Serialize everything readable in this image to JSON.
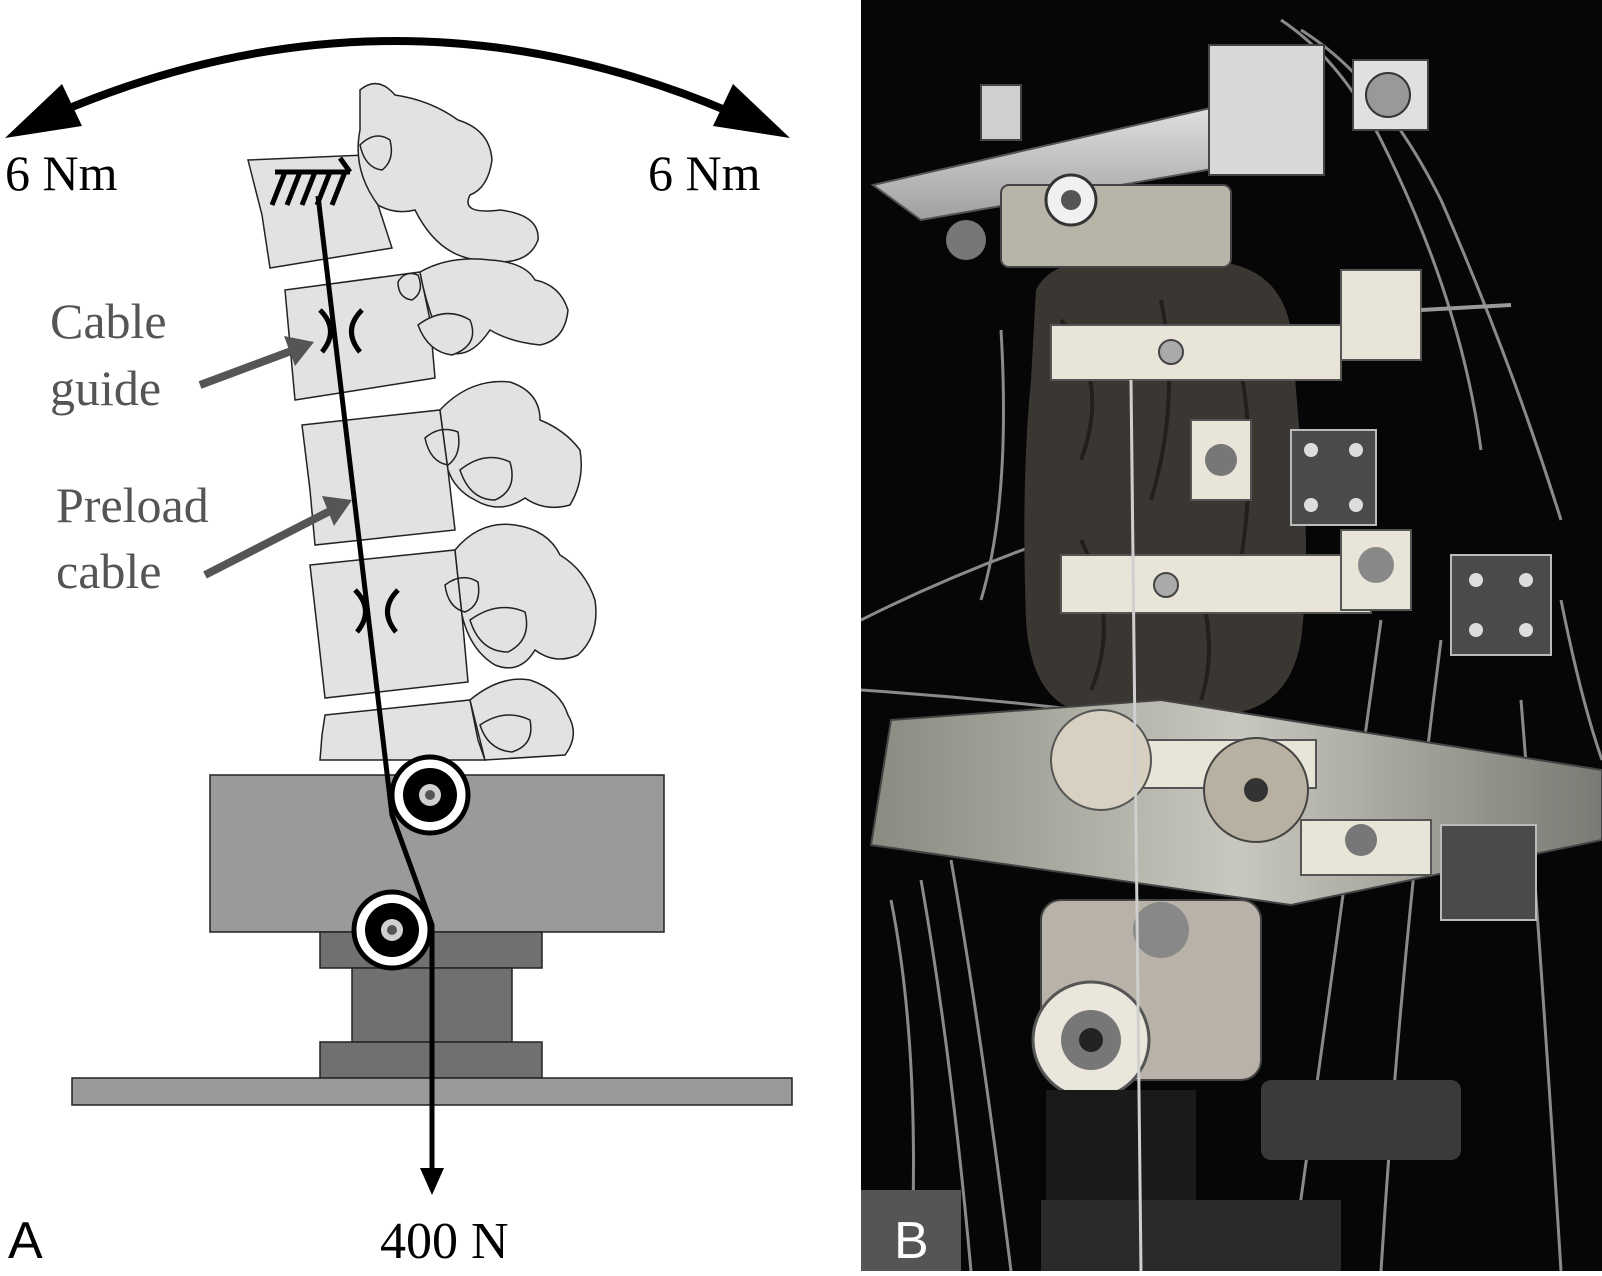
{
  "panel_a": {
    "panel_label": "A",
    "moment_left": "6 Nm",
    "moment_right": "6 Nm",
    "callout_cable_guide": [
      "Cable",
      "guide"
    ],
    "callout_preload_cable": [
      "Preload",
      "cable"
    ],
    "load_label": "400 N",
    "colors": {
      "bone": "#e2e2e2",
      "fixture_light": "#9a9a9a",
      "fixture_dark": "#707070",
      "callout": "#555555"
    }
  },
  "panel_b": {
    "panel_label": "B"
  }
}
